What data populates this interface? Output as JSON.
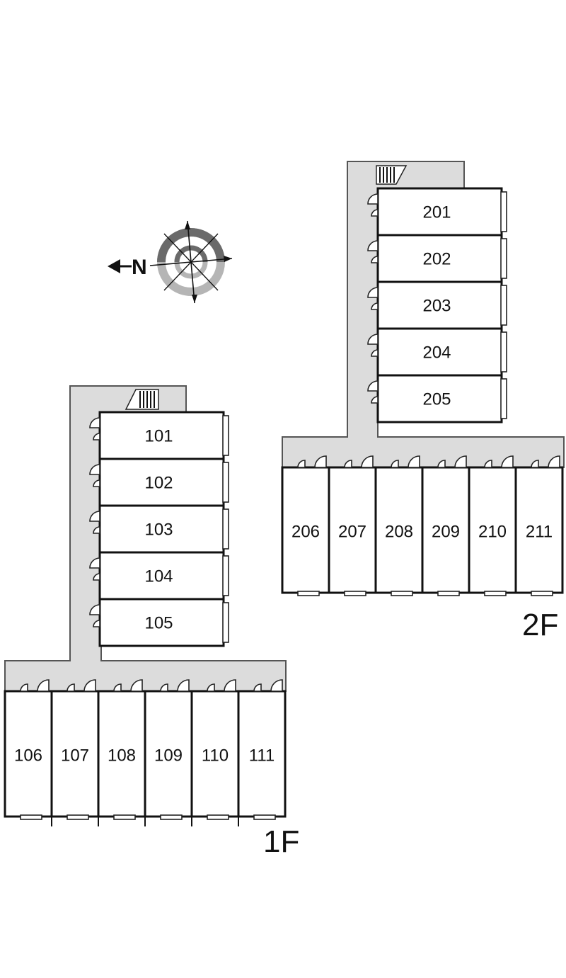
{
  "compass": {
    "label": "N",
    "icon": "compass-rose-icon"
  },
  "floors": [
    {
      "id": "1F",
      "label": "1F",
      "vertical_rooms": [
        "101",
        "102",
        "103",
        "104",
        "105"
      ],
      "horizontal_rooms": [
        "106",
        "107",
        "108",
        "109",
        "110",
        "111"
      ]
    },
    {
      "id": "2F",
      "label": "2F",
      "vertical_rooms": [
        "201",
        "202",
        "203",
        "204",
        "205"
      ],
      "horizontal_rooms": [
        "206",
        "207",
        "208",
        "209",
        "210",
        "211"
      ]
    }
  ],
  "colors": {
    "corridor": "#dcdcdc",
    "wall": "#111111",
    "compass_ring_dark": "#6a6a6a",
    "compass_ring_light": "#b5b5b5"
  }
}
